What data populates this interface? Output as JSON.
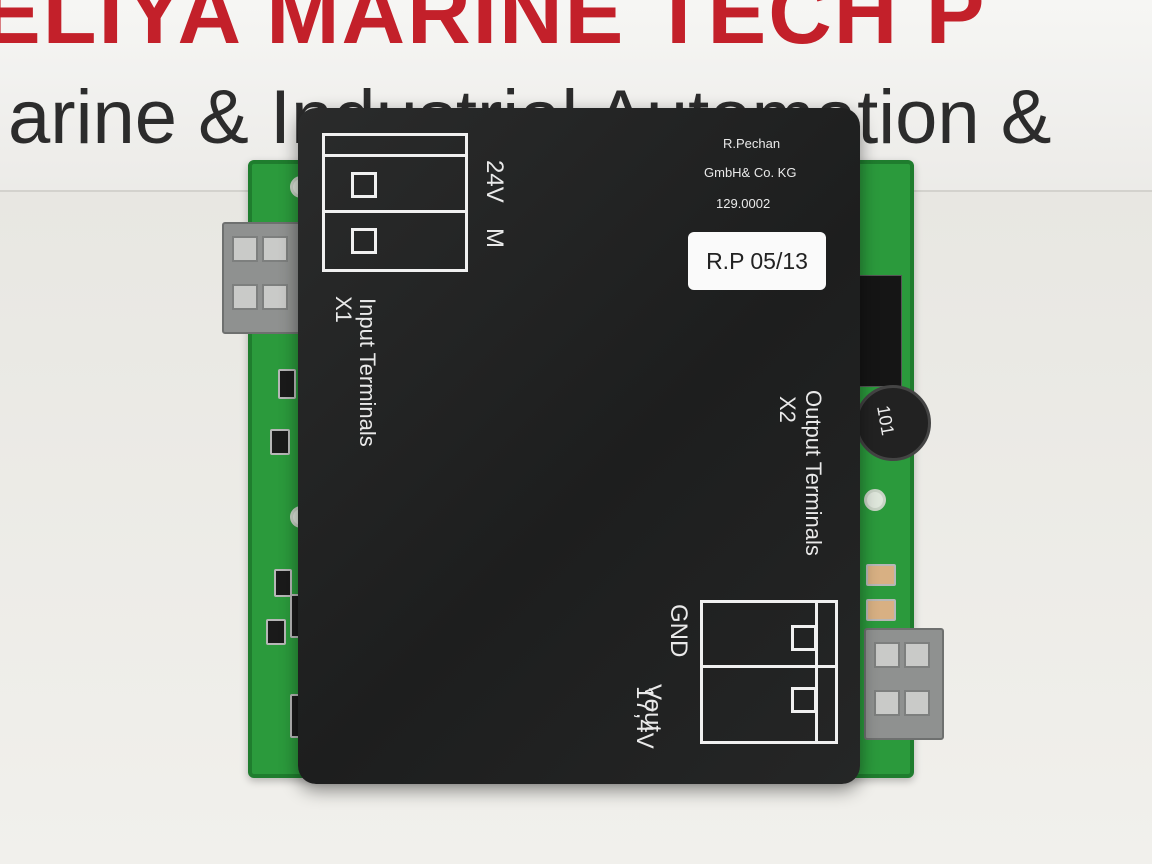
{
  "sign": {
    "line1": "ELIYA MARINE TECH P",
    "line2": "arine & Industrial Automation &"
  },
  "module": {
    "manufacturer_line1": "R.Pechan",
    "manufacturer_line2": "GmbH& Co. KG",
    "part_number": "129.0002",
    "sticker": "R.P 05/13",
    "input": {
      "pin1_label": "24V",
      "pin2_label": "M",
      "connector": "X1",
      "title": "Input Terminals"
    },
    "output": {
      "connector": "X2",
      "title": "Output Terminals",
      "pin1_label": "GND",
      "pin2_label": "Vout",
      "voltage": "17,4V"
    }
  },
  "pcb": {
    "inductor_marking": "101"
  },
  "colors": {
    "sign_red": "#c3202a",
    "pcb_green": "#2b9a3c",
    "module_black": "#1f2020"
  }
}
